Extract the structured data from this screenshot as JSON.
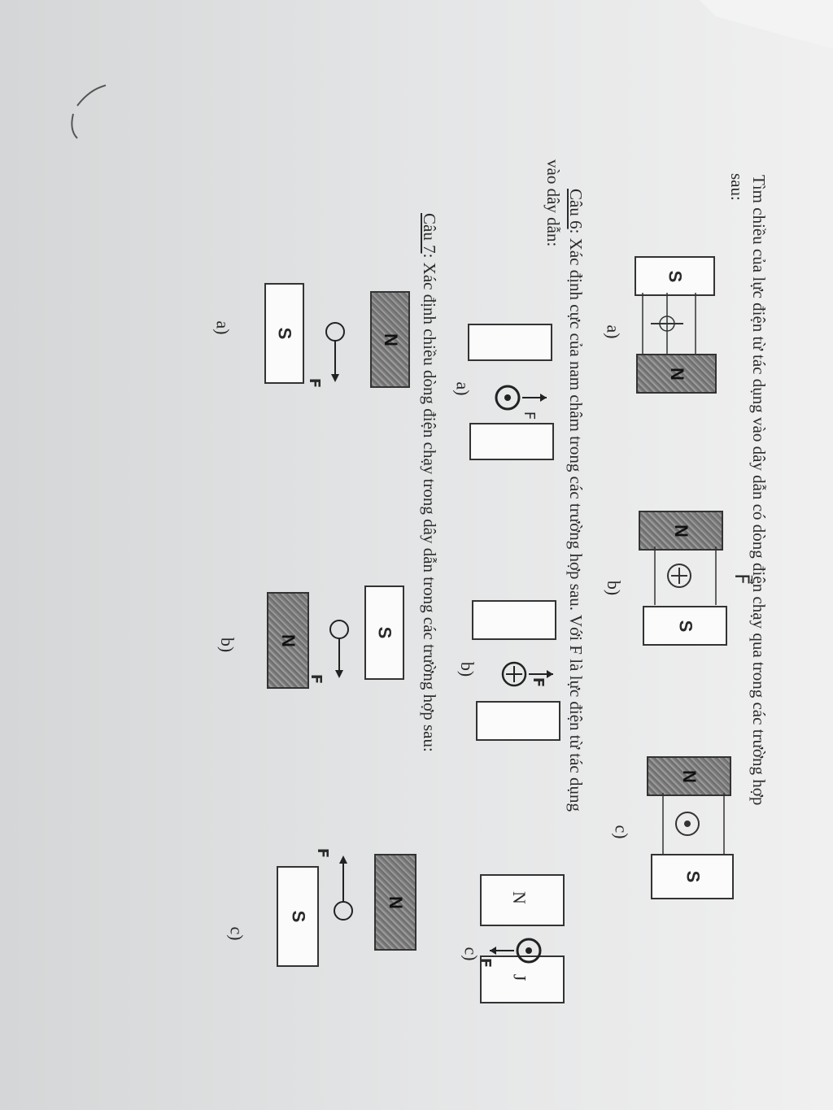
{
  "intro": {
    "line1": "Tìm chiều của lực điện từ tác dụng vào dây dẫn có dòng điện chạy qua trong các trường hợp",
    "line2": "sau:"
  },
  "q6": {
    "label": "Câu 6",
    "line1": ": Xác định cực của nam châm trong các trường hợp sau. Với F là lực điện từ tác dụng",
    "line2": "vào dây dẫn:"
  },
  "q7": {
    "label": "Câu 7",
    "line1": ": Xác định chiều dòng điện chạy trong dây dẫn trong các trường hợp sau:"
  },
  "captions": {
    "a": "a)",
    "b": "b)",
    "c": "c)"
  },
  "poles": {
    "N": "N",
    "S": "S"
  },
  "force": "F",
  "handwritten": {
    "f_vec": "F⃗",
    "j_mark": "J"
  }
}
